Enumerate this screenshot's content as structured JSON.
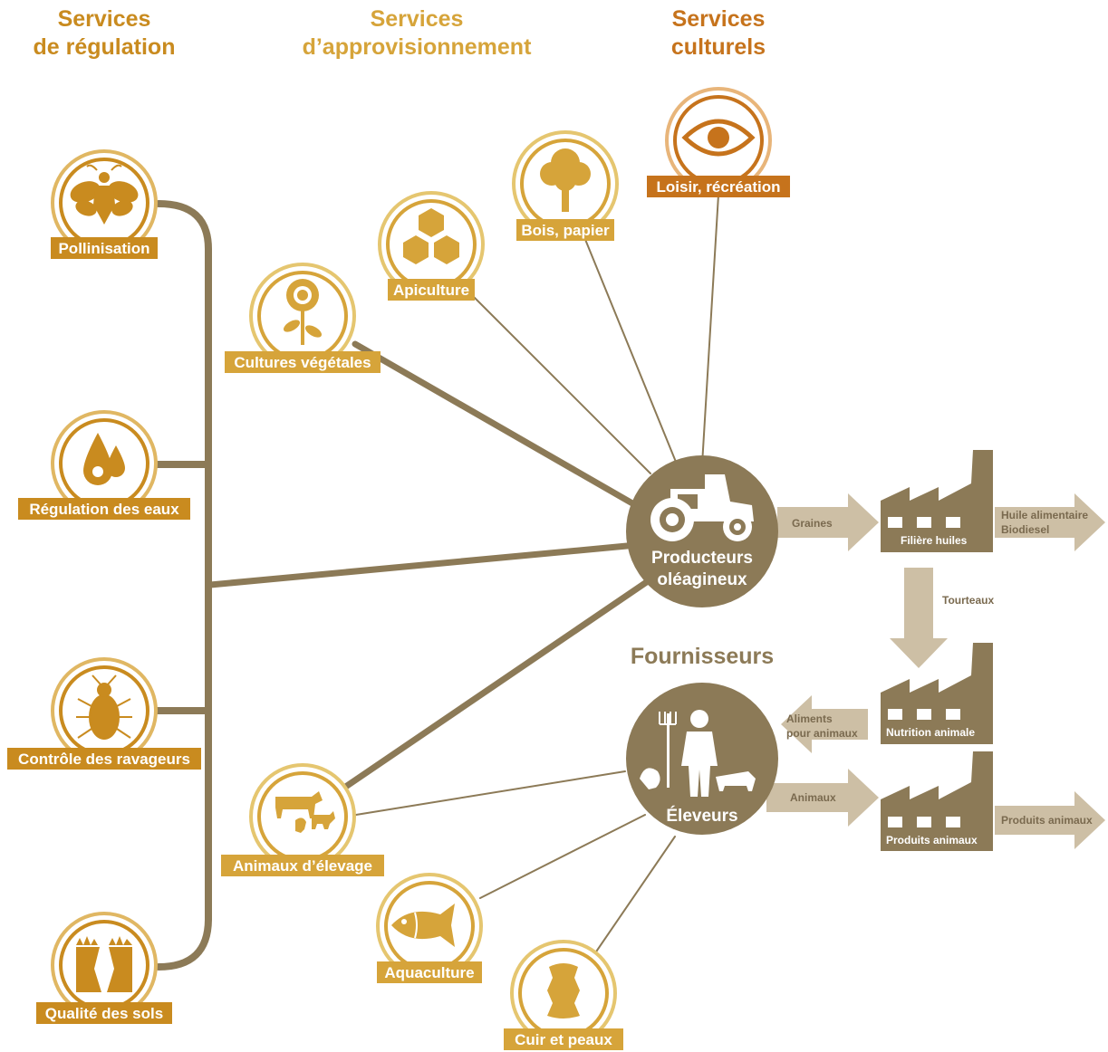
{
  "headers": {
    "regulation": [
      "Services",
      "de régulation"
    ],
    "approvisionnement": [
      "Services",
      "d’approvisionnement"
    ],
    "culturels": [
      "Services",
      "culturels"
    ]
  },
  "regulation_nodes": [
    {
      "label": "Pollinisation",
      "icon": "bee-icon"
    },
    {
      "label": "Régulation des eaux",
      "icon": "water-drops-icon"
    },
    {
      "label": "Contrôle des ravageurs",
      "icon": "beetle-icon"
    },
    {
      "label": "Qualité des sols",
      "icon": "soil-icon"
    }
  ],
  "provision_nodes": {
    "cultures": {
      "label": "Cultures végétales",
      "icon": "sunflower-icon"
    },
    "apiculture": {
      "label": "Apiculture",
      "icon": "honeycomb-icon"
    },
    "bois": {
      "label": "Bois, papier",
      "icon": "tree-icon"
    },
    "animaux": {
      "label": "Animaux d’élevage",
      "icon": "livestock-icon"
    },
    "aquaculture": {
      "label": "Aquaculture",
      "icon": "fish-icon"
    },
    "cuir": {
      "label": "Cuir et peaux",
      "icon": "hide-icon"
    }
  },
  "cultural_nodes": {
    "loisir": {
      "label": "Loisir, récréation",
      "icon": "eye-icon"
    }
  },
  "hubs": {
    "producteurs": {
      "lines": [
        "Producteurs",
        "oléagineux"
      ],
      "icon": "tractor-icon"
    },
    "eleveurs": {
      "lines": [
        "Éleveurs"
      ],
      "icon": "farmer-icon"
    },
    "group_title": "Fournisseurs"
  },
  "factories": {
    "huiles": "Filière huiles",
    "nutrition": "Nutrition animale",
    "produits": "Produits animaux"
  },
  "flows": {
    "graines": "Graines",
    "huile_out": [
      "Huile alimentaire",
      "Biodiesel"
    ],
    "tourteaux": "Tourteaux",
    "aliments": [
      "Aliments",
      "pour animaux"
    ],
    "animaux": "Animaux",
    "produits_out": "Produits animaux"
  },
  "colors": {
    "regulation": "#c98b1f",
    "provision": "#d6a43a",
    "cultural": "#c6731c",
    "hub": "#8c7a57",
    "line": "#8c7a57",
    "arrow": "#cdbfa5",
    "ring_light": "#e5c670"
  }
}
